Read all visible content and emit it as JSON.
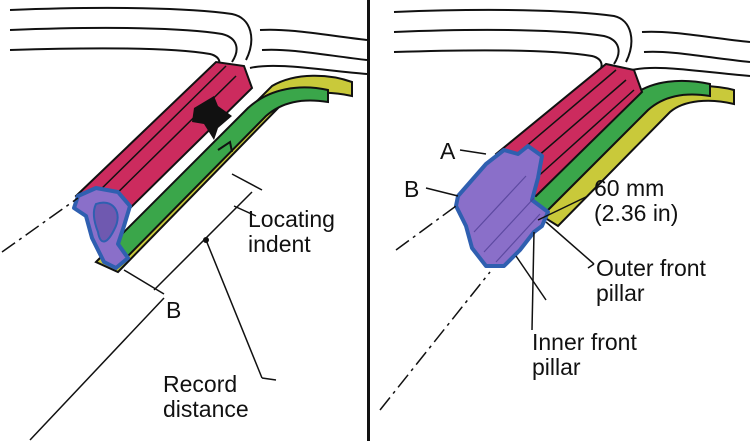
{
  "left_panel": {
    "labels": {
      "locating_line1": "Locating",
      "locating_line2": "indent",
      "b": "B",
      "record_line1": "Record",
      "record_line2": "distance"
    }
  },
  "right_panel": {
    "labels": {
      "a": "A",
      "b": "B",
      "dim_line1": "60 mm",
      "dim_line2": "(2.36 in)",
      "outer_line1": "Outer front",
      "outer_line2": "pillar",
      "inner_line1": "Inner front",
      "inner_line2": "pillar"
    }
  },
  "colors": {
    "outer_pillar": "#cc2b5e",
    "inner_pillar": "#3aa64a",
    "inner_panel_yellow": "#c9c93a",
    "section_fill": "#8a6fc9",
    "section_outline": "#2f5fb0"
  }
}
